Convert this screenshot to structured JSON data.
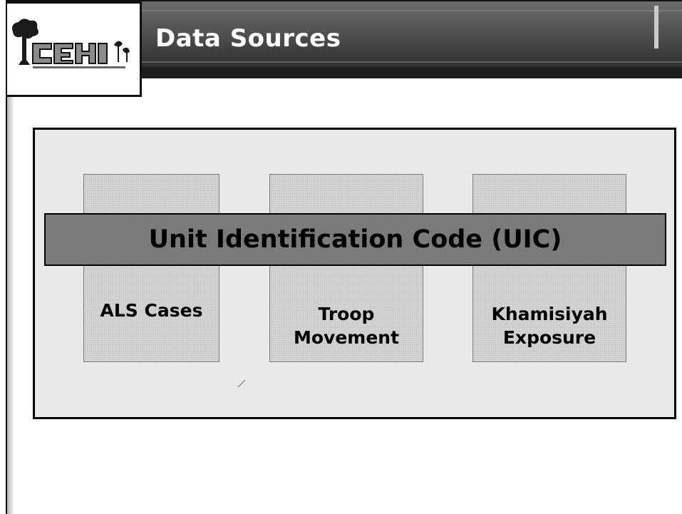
{
  "slide": {
    "title": "Data Sources"
  },
  "logo": {
    "text": "CEHI",
    "icon": "tree-icon"
  },
  "diagram": {
    "bar_label": "Unit Identification Code (UIC)",
    "columns": [
      {
        "label": "ALS Cases"
      },
      {
        "label": "Troop\nMovement"
      },
      {
        "label": "Khamisiyah\nExposure"
      }
    ]
  },
  "colors": {
    "header": "#4e4e4e",
    "bar": "#7a7a7a",
    "box": "#d2d2d2",
    "frame": "#e9e9e9"
  }
}
